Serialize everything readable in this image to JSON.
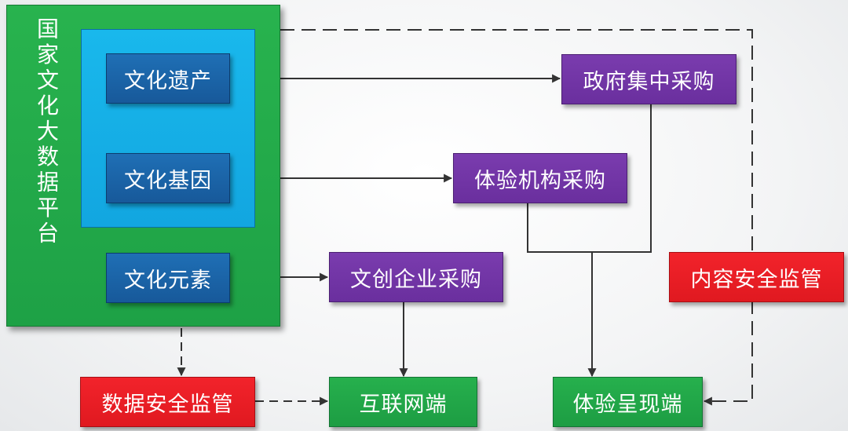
{
  "platform": {
    "title": "国家文化大数据平台",
    "items": {
      "heritage": "文化遗产",
      "gene": "文化基因",
      "element": "文化元素"
    }
  },
  "purchases": {
    "government": "政府集中采购",
    "experience_org": "体验机构采购",
    "creative_enterprise": "文创企业采购"
  },
  "supervision": {
    "content": "内容安全监管",
    "data": "数据安全监管"
  },
  "terminals": {
    "internet": "互联网端",
    "experience_display": "体验呈现端"
  },
  "colors": {
    "platform": "#1ea146",
    "inner_panel": "#12a6e0",
    "culture_item": "#17599a",
    "purchase": "#6a2f9e",
    "security": "#e01920",
    "terminal": "#1d9d43",
    "connector": "#333333"
  }
}
